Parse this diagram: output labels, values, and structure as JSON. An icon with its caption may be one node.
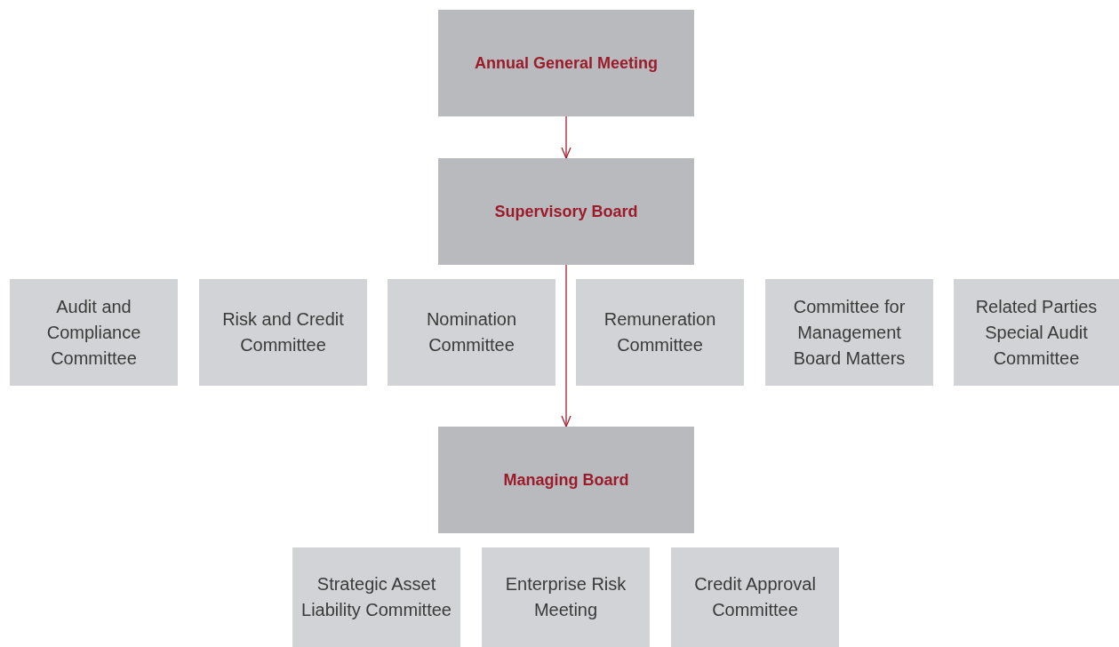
{
  "diagram": {
    "nodes": [
      {
        "text": [
          "Annual General Meeting"
        ]
      },
      {
        "text": [
          "Supervisory Board"
        ]
      },
      {
        "text": [
          "Audit and Compliance Committee"
        ]
      },
      {
        "text": [
          "Risk and Credit Committee"
        ]
      },
      {
        "text": [
          "Nomination Committee"
        ]
      },
      {
        "text": [
          "Remuneration Committee"
        ]
      },
      {
        "text": [
          "Committee for Management Board Matters"
        ]
      },
      {
        "text": [
          "Related Parties Special Audit Committee"
        ]
      },
      {
        "text": [
          "Managing Board"
        ]
      },
      {
        "text": [
          "Strategic Asset Liability Committee"
        ]
      },
      {
        "text": [
          "Enterprise Risk Meeting"
        ]
      },
      {
        "text": [
          "Credit Approval Committee"
        ]
      }
    ],
    "edges": [
      {
        "from": 0,
        "to": 1,
        "arrow": "to"
      },
      {
        "from": 1,
        "to": 8,
        "arrow": "to"
      }
    ]
  }
}
